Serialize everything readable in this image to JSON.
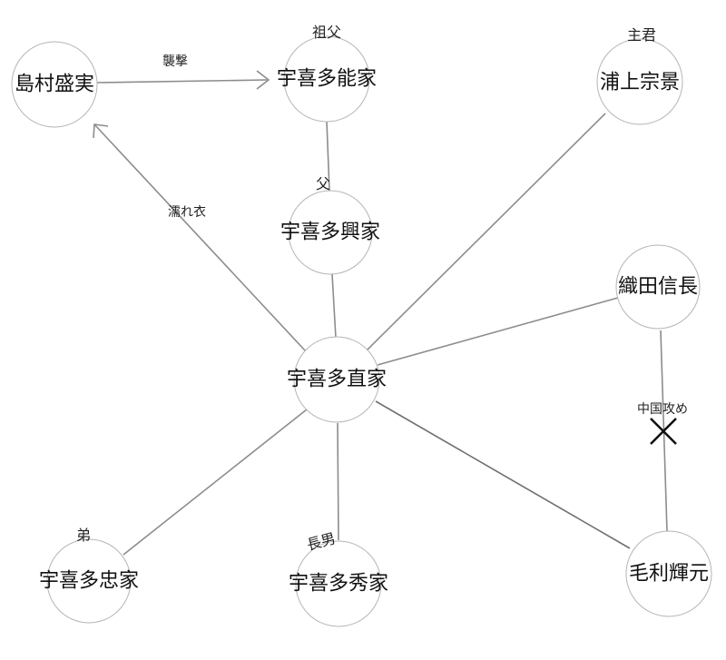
{
  "nodes": {
    "naoie": {
      "label": "宇喜多直家",
      "role": ""
    },
    "moritsune": {
      "label": "島村盛実",
      "role": ""
    },
    "yoshiie": {
      "label": "宇喜多能家",
      "role": "祖父"
    },
    "muneyoshi": {
      "label": "浦上宗景",
      "role": "主君"
    },
    "okiie": {
      "label": "宇喜多興家",
      "role": "父"
    },
    "nobunaga": {
      "label": "織田信長",
      "role": ""
    },
    "tadaie": {
      "label": "宇喜多忠家",
      "role": "弟"
    },
    "hideie": {
      "label": "宇喜多秀家",
      "role": "長男"
    },
    "terumoto": {
      "label": "毛利輝元",
      "role": ""
    }
  },
  "edges": {
    "attack": {
      "label": "襲撃"
    },
    "false_charge": {
      "label": "濡れ衣"
    },
    "chugoku": {
      "label": "中国攻め"
    }
  }
}
